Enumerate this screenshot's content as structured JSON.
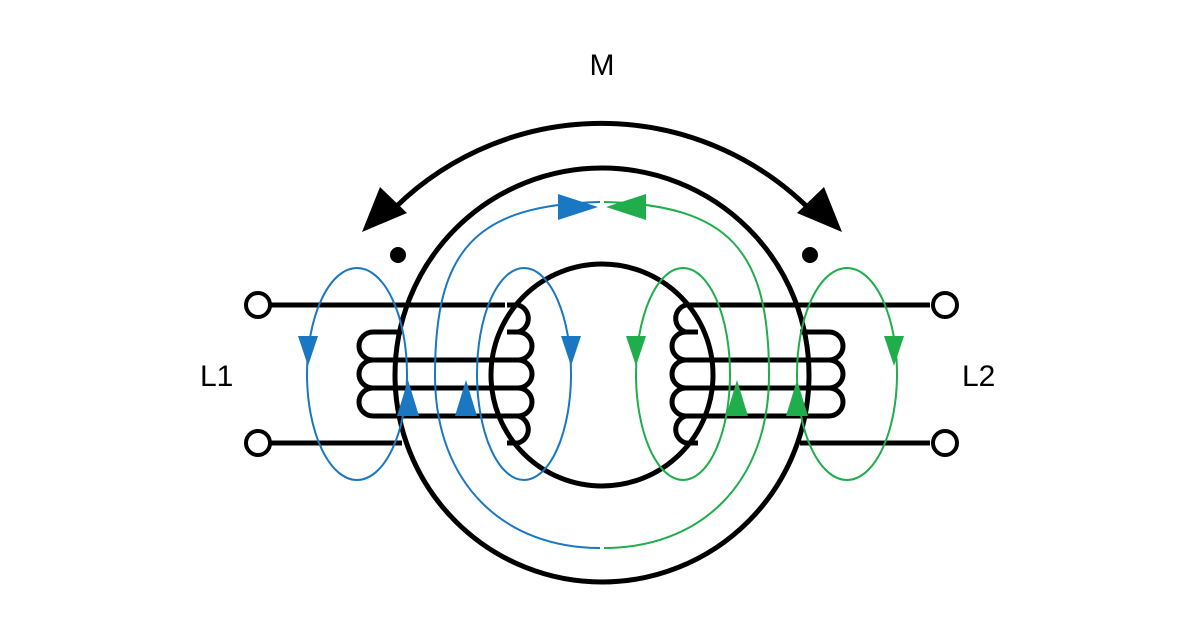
{
  "labels": {
    "mutual": "M",
    "coil_left": "L1",
    "coil_right": "L2"
  },
  "colors": {
    "line": "#000000",
    "flux_left": "#1a78c2",
    "flux_right": "#1fae4b",
    "background": "#ffffff"
  }
}
